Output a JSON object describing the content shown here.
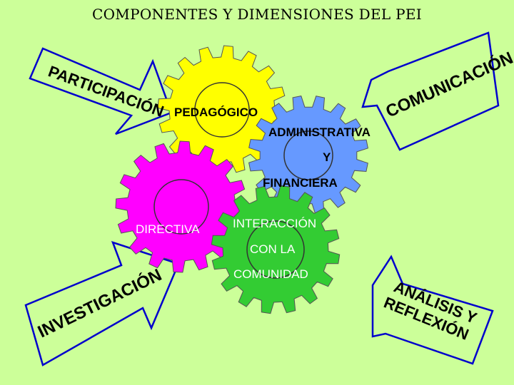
{
  "title": "COMPONENTES Y DIMENSIONES DEL PEI",
  "arrows": {
    "top_left": "PARTICIPACIÓN",
    "top_right": "COMUNICACIÓN",
    "bottom_left": "INVESTIGACIÓN",
    "bottom_right_line1": "ANÁLISIS Y",
    "bottom_right_line2": "REFLEXIÓN"
  },
  "gears": {
    "yellow": {
      "label": "PEDAGÓGICO",
      "color": "#ffff00"
    },
    "blue": {
      "line1": "ADMINISTRATIVA",
      "line2": "Y",
      "line3": "FINANCIERA",
      "color": "#6699ff"
    },
    "magenta": {
      "label": "DIRECTIVA",
      "color": "#ff00ff"
    },
    "green": {
      "line1": "INTERACCIÓN",
      "line2": "CON LA",
      "line3": "COMUNIDAD",
      "color": "#33cc33"
    }
  },
  "colors": {
    "background": "#ccff99",
    "arrow_fill": "#ccff99",
    "arrow_stroke": "#0000cc",
    "arrow_text": "#000000"
  }
}
